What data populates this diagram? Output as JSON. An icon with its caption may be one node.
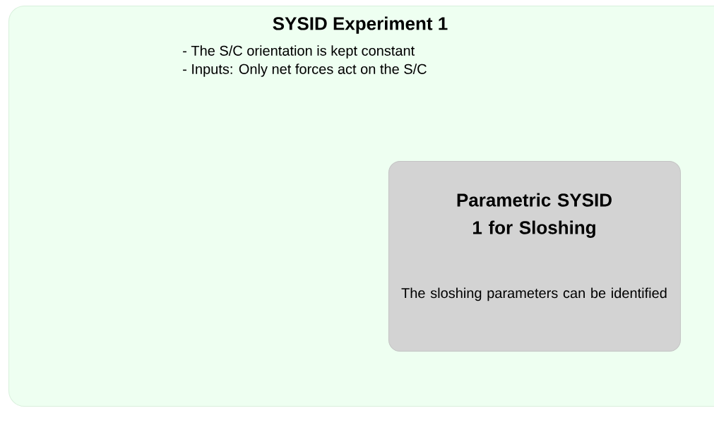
{
  "diagram": {
    "nodes": [
      {
        "text": [
          "SYSID Experiment 1",
          "- The S/C orientation is kept constant",
          "- Inputs: Only net forces act on the S/C"
        ]
      },
      {
        "text": [
          "Parametric SYSID 1 for Sloshing",
          "The sloshing parameters can be identified"
        ],
        "in": 0
      }
    ]
  }
}
